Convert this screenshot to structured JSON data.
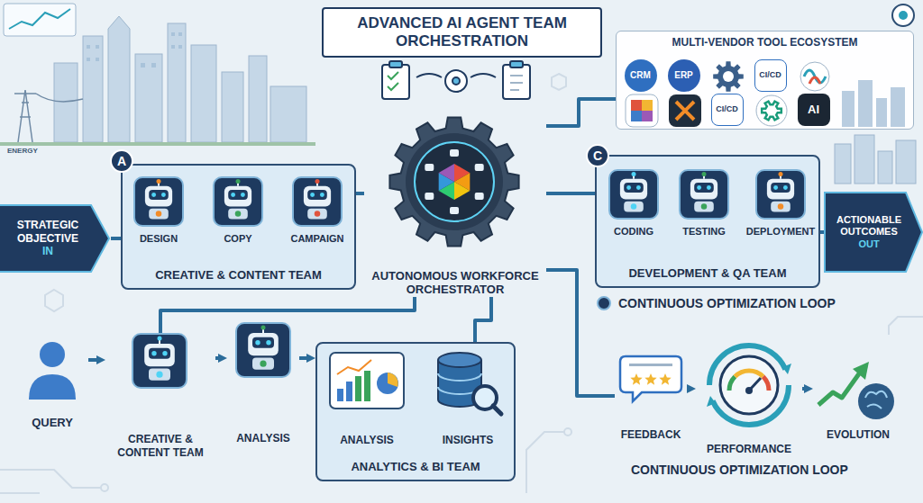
{
  "diagram": {
    "title": "ADVANCED AI AGENT TEAM ORCHESTRATION",
    "nodes": [
      {
        "text": [
          "MULTI-VENDOR TOOL ECOSYSTEM"
        ]
      },
      {
        "text": [
          "CRM"
        ],
        "in": 0
      },
      {
        "text": [
          "ERP"
        ],
        "in": 0
      },
      {
        "text": [
          "CI/CD"
        ],
        "in": 0
      },
      {
        "text": [
          "CI/CD"
        ],
        "in": 0
      },
      {
        "text": [
          "AI"
        ],
        "in": 0
      },
      {
        "text": [
          "STRATEGIC OBJECTIVE",
          "IN"
        ]
      },
      {
        "text": [
          "CREATIVE & CONTENT TEAM"
        ]
      },
      {
        "text": [
          "A"
        ],
        "in": 7
      },
      {
        "text": [
          "DESIGN"
        ],
        "in": 7
      },
      {
        "text": [
          "COPY"
        ],
        "in": 7
      },
      {
        "text": [
          "CAMPAIGN"
        ],
        "in": 7
      },
      {
        "text": [
          "AUTONOMOUS WORKFORCE ORCHESTRATOR"
        ]
      },
      {
        "text": [
          "DEVELOPMENT & QA TEAM"
        ]
      },
      {
        "text": [
          "C"
        ],
        "in": 13
      },
      {
        "text": [
          "CODING"
        ],
        "in": 13
      },
      {
        "text": [
          "TESTING"
        ],
        "in": 13
      },
      {
        "text": [
          "DEPLOYMENT"
        ],
        "in": 13
      },
      {
        "text": [
          "ACTIONABLE OUTCOMES",
          "OUT"
        ]
      },
      {
        "text": [
          "QUERY"
        ]
      },
      {
        "text": [
          "CREATIVE & CONTENT TEAM"
        ]
      },
      {
        "text": [
          "ANALYSIS"
        ]
      },
      {
        "text": [
          "ANALYTICS & BI TEAM"
        ]
      },
      {
        "text": [
          "ANALYSIS"
        ],
        "in": 22
      },
      {
        "text": [
          "INSIGHTS"
        ],
        "in": 22
      },
      {
        "text": [
          "FEEDBACK"
        ]
      },
      {
        "text": [
          "PERFORMANCE"
        ]
      },
      {
        "text": [
          "EVOLUTION"
        ]
      }
    ],
    "edges": [
      {
        "from": 6,
        "to": 7,
        "arrow": "none"
      },
      {
        "from": 9,
        "to": 10,
        "arrow": "to"
      },
      {
        "from": 10,
        "to": 11,
        "arrow": "to"
      },
      {
        "from": 7,
        "to": 12,
        "arrow": "none"
      },
      {
        "from": 12,
        "to": 13,
        "arrow": "none"
      },
      {
        "from": 13,
        "to": 18,
        "arrow": "none"
      },
      {
        "from": 12,
        "to": 0,
        "arrow": "none"
      },
      {
        "from": 19,
        "to": 20,
        "arrow": "to"
      },
      {
        "from": 20,
        "to": 21,
        "arrow": "to"
      },
      {
        "from": 21,
        "to": 22,
        "arrow": "to"
      },
      {
        "from": 23,
        "to": 24,
        "arrow": "to"
      },
      {
        "from": 20,
        "to": 12,
        "arrow": "none"
      },
      {
        "from": 22,
        "to": 12,
        "arrow": "none"
      },
      {
        "from": 12,
        "to": 25,
        "arrow": "none"
      },
      {
        "from": 25,
        "to": 26,
        "arrow": "to"
      },
      {
        "from": 26,
        "to": 27,
        "arrow": "to"
      }
    ],
    "labels": [
      "ENERGY",
      "CONTINUOUS OPTIMIZATION LOOP"
    ],
    "legend": [
      {
        "text": "CONTINUOUS OPTIMIZATION LOOP",
        "color": "#1f3a5f"
      }
    ]
  }
}
